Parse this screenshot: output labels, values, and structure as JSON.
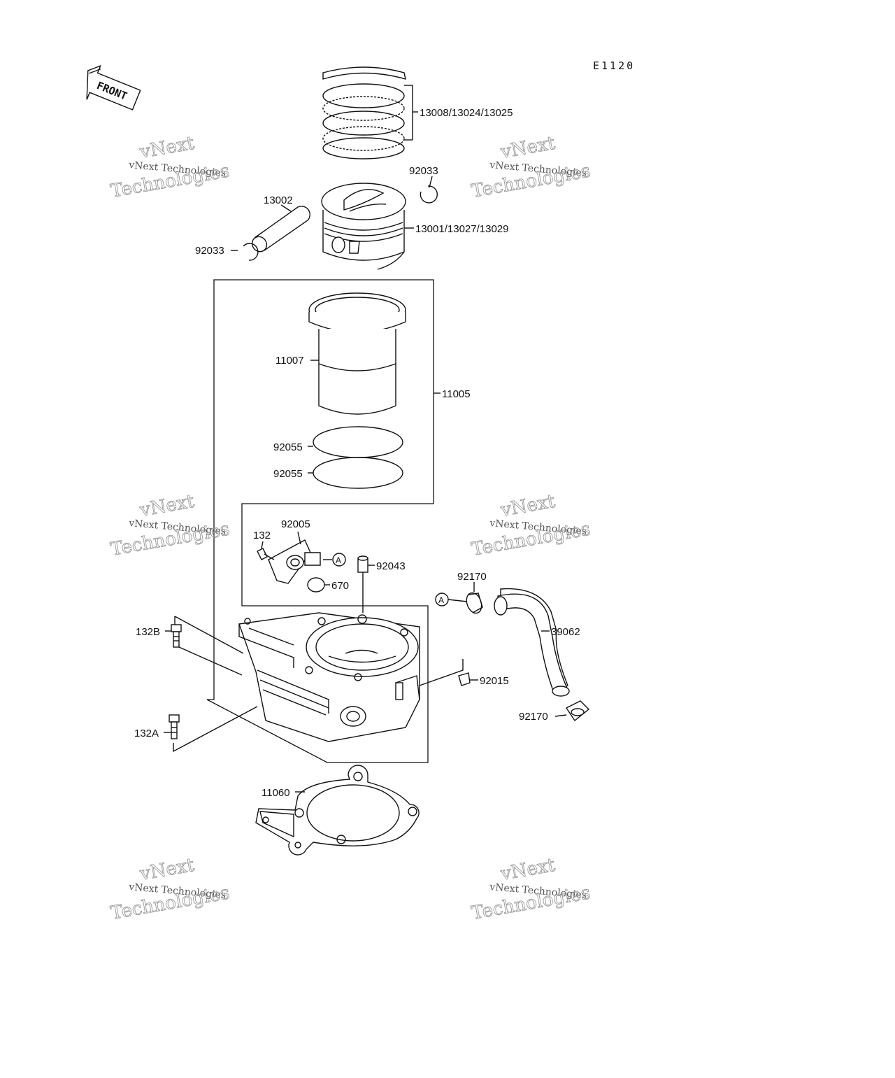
{
  "diagram": {
    "code": "E1120",
    "front_arrow_label": "FRONT",
    "labels": {
      "rings": "13008/13024/13025",
      "circlip_right": "92033",
      "piston_pin": "13002",
      "piston": "13001/13027/13029",
      "circlip_left": "92033",
      "sleeve": "11007",
      "cylinder_assy": "11005",
      "oring_upper": "92055",
      "oring_lower": "92055",
      "fitting": "92005",
      "bolt_132": "132",
      "dowel": "92043",
      "oring_670": "670",
      "clamp_upper": "92170",
      "marker_a_left": "A",
      "marker_a_right": "A",
      "hose": "39062",
      "bolt_132b": "132B",
      "plug": "92015",
      "clamp_lower": "92170",
      "bolt_132a": "132A",
      "gasket": "11060"
    },
    "watermark": {
      "line1": "vNext",
      "line2": "vNext Technologies",
      "line3": "Technologies"
    }
  }
}
